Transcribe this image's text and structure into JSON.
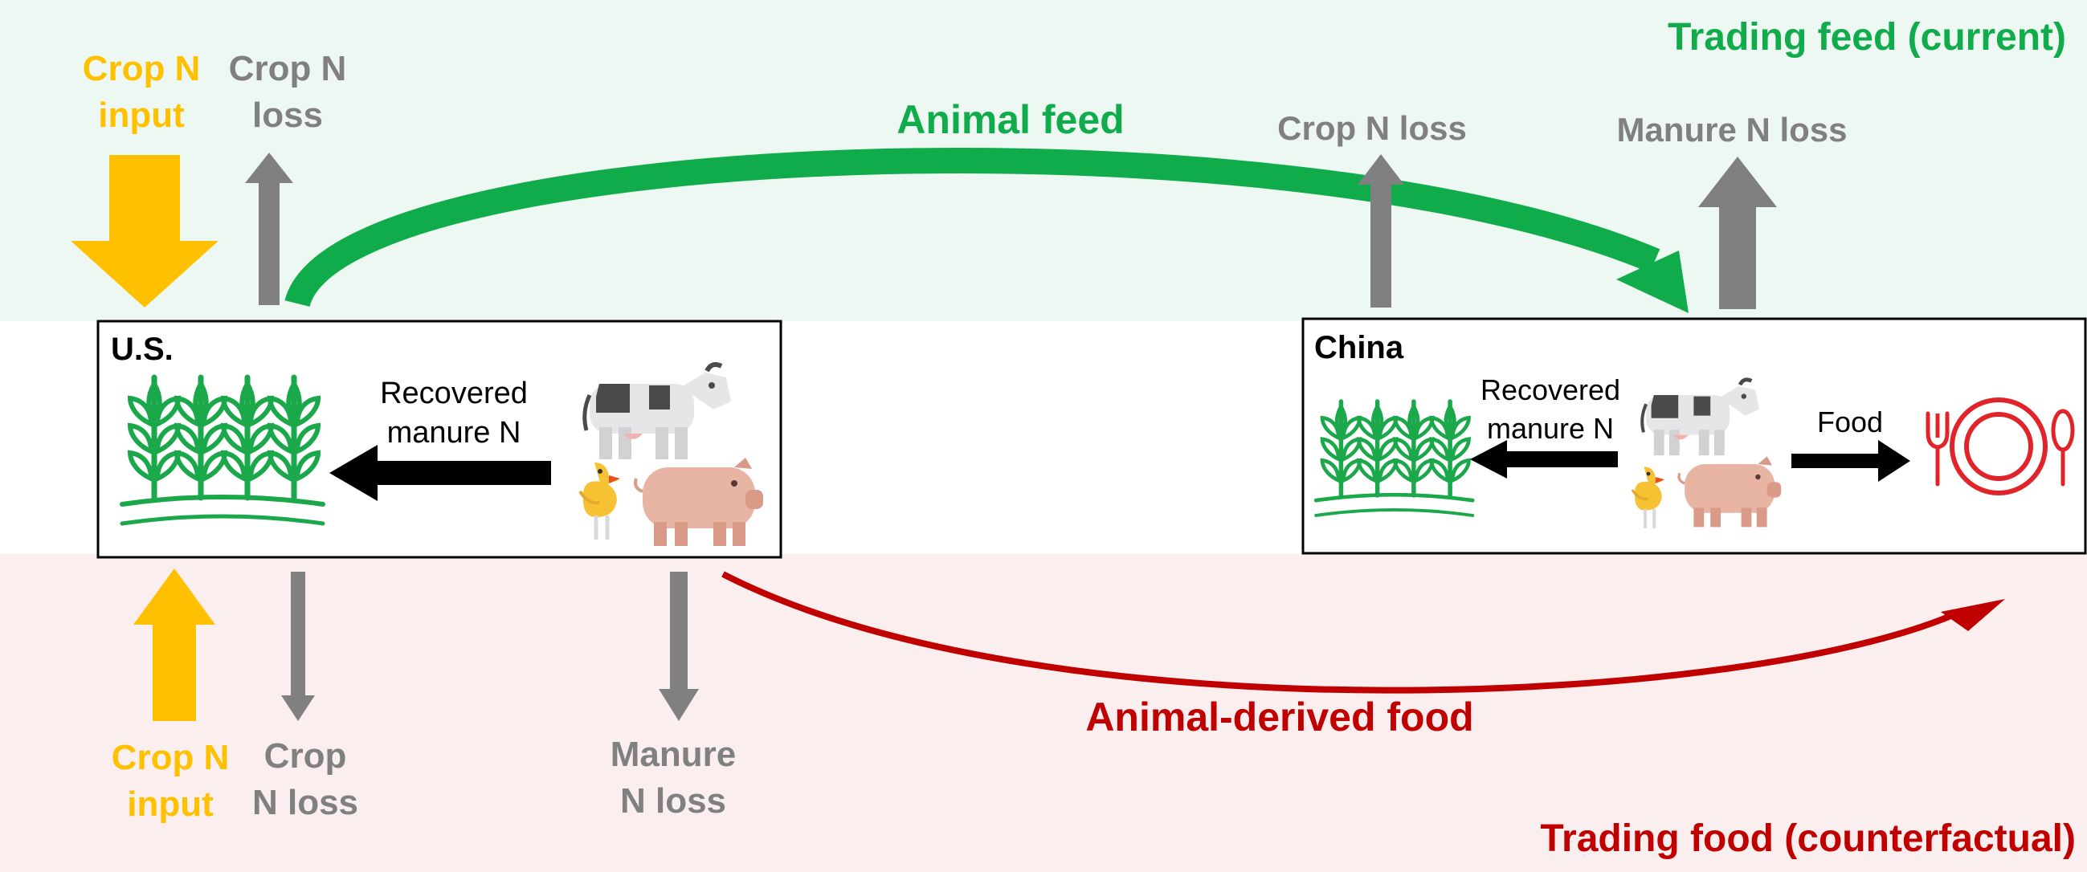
{
  "scenario_current": "Trading feed (current)",
  "scenario_counterfactual": "Trading food (counterfactual)",
  "flows": {
    "animal_feed": "Animal feed",
    "animal_derived_food": "Animal-derived food"
  },
  "us": {
    "title": "U.S.",
    "recovered_line1": "Recovered",
    "recovered_line2": "manure N",
    "top_input_line1": "Crop N",
    "top_input_line2": "input",
    "top_loss_line1": "Crop N",
    "top_loss_line2": "loss",
    "bottom_input_line1": "Crop N",
    "bottom_input_line2": "input",
    "bottom_loss_line1": "Crop",
    "bottom_loss_line2": "N loss",
    "manure_loss_line1": "Manure",
    "manure_loss_line2": "N loss"
  },
  "china": {
    "title": "China",
    "recovered_line1": "Recovered",
    "recovered_line2": "manure N",
    "food": "Food",
    "crop_loss": "Crop N loss",
    "manure_loss": "Manure N loss"
  },
  "colors": {
    "band_top": "#eef8f2",
    "band_bottom": "#fbeeee",
    "green": "#10ac4c",
    "red": "#c00000",
    "yellow": "#ffc000",
    "gray": "#808080",
    "crop_green": "#1aa84a",
    "plate_red": "#e0242a",
    "black": "#000000"
  },
  "icons": [
    "wheat-icon",
    "cow-icon",
    "duck-icon",
    "pig-icon",
    "tableware-icon"
  ]
}
